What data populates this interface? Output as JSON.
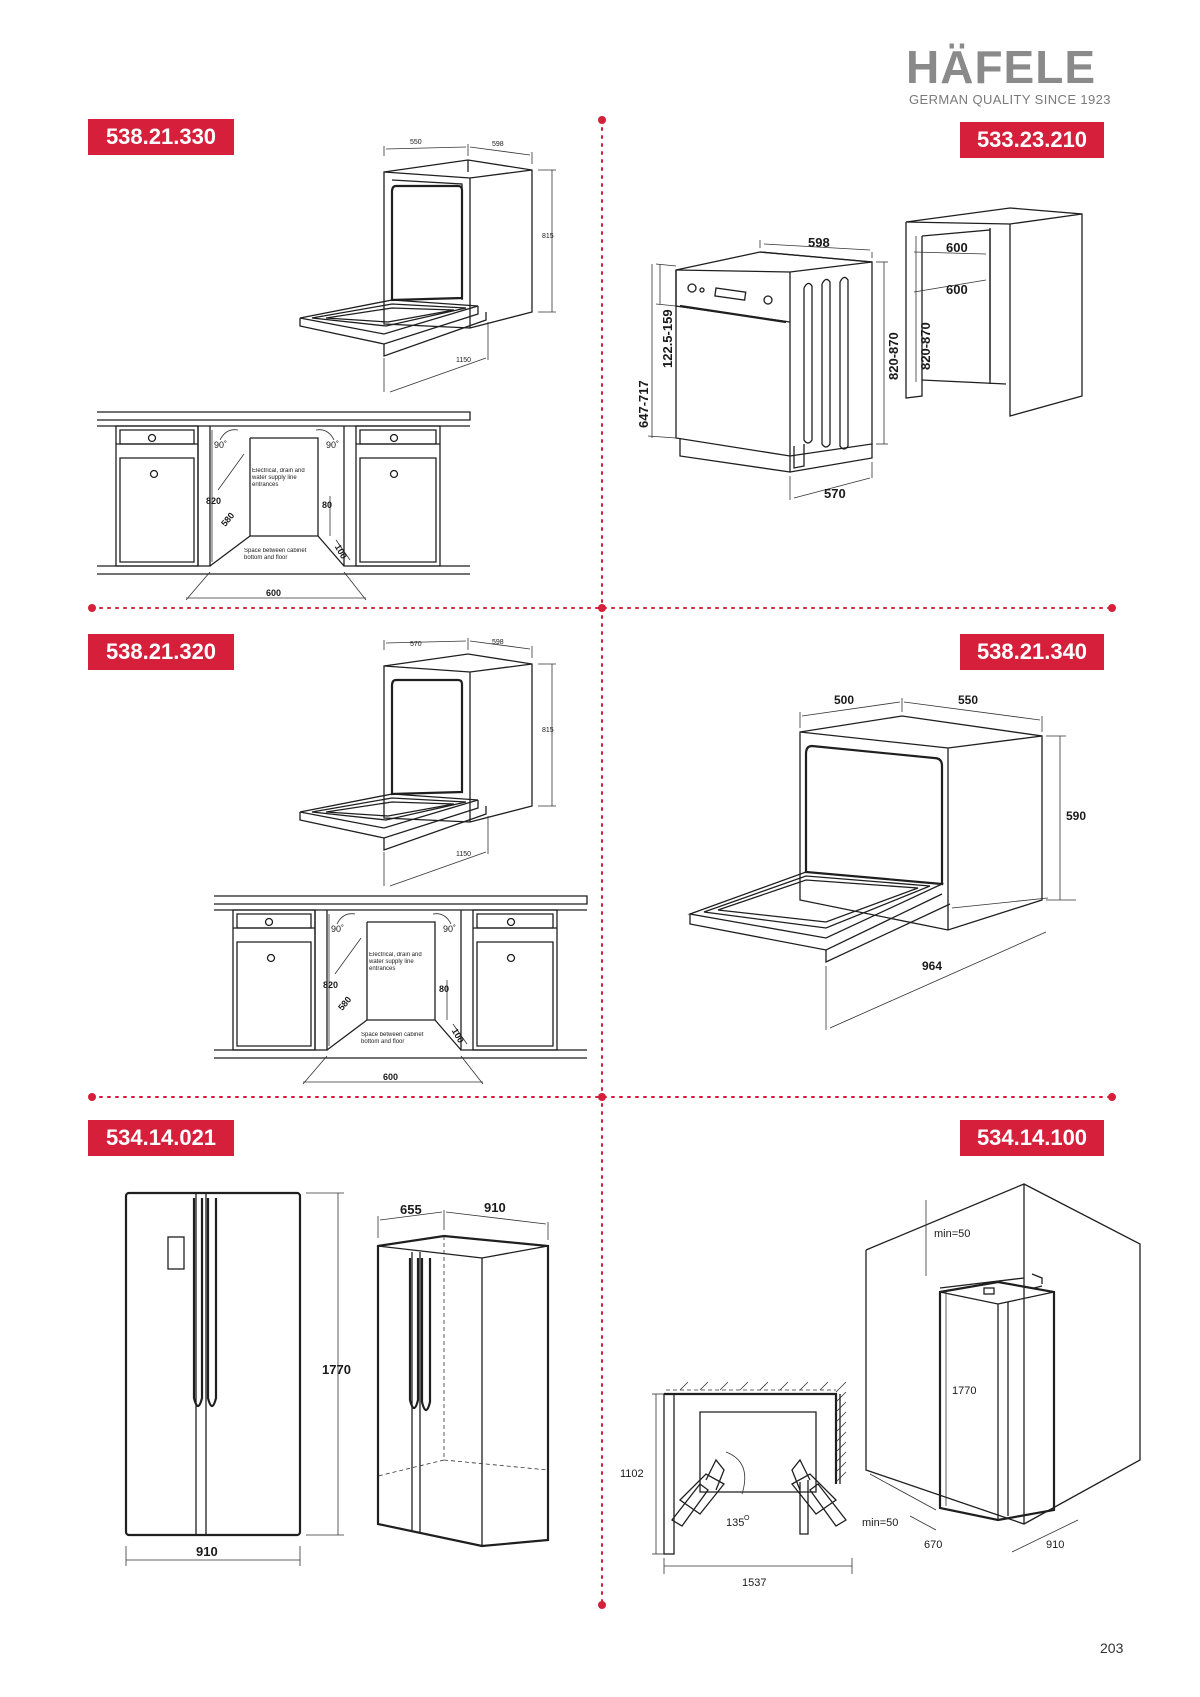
{
  "brand": {
    "name": "HÄFELE",
    "tagline": "GERMAN QUALITY SINCE 1923"
  },
  "product_codes": {
    "top_left": "538.21.330",
    "top_right": "533.23.210",
    "middle_left": "538.21.320",
    "middle_right": "538.21.340",
    "bottom_left": "534.14.021",
    "bottom_right": "534.14.100"
  },
  "dim_538_21_330": {
    "depth": "550",
    "width": "598",
    "height": "815",
    "open_depth": "1150"
  },
  "install_530": {
    "angle_left": "90˚",
    "angle_right": "90˚",
    "height": "820",
    "depth": "580",
    "plinth": "80",
    "gap": "100",
    "width": "600",
    "note_services": "Electrical, drain and water supply line entrances",
    "note_space": "Space between cabinet bottom and floor"
  },
  "dim_533_23_210": {
    "width": "598",
    "panel_height": "122.5-159",
    "door_height": "647-717",
    "height": "820-870",
    "depth": "570",
    "niche_width": "600",
    "niche_depth": "600",
    "niche_height": "820-870"
  },
  "dim_538_21_320": {
    "depth": "570",
    "width": "598",
    "height": "815",
    "open_depth": "1150"
  },
  "install_320": {
    "angle_left": "90˚",
    "angle_right": "90˚",
    "height": "820",
    "depth": "580",
    "plinth": "80",
    "gap": "100",
    "width": "600",
    "note_services": "Electrical, drain and water supply line entrances",
    "note_space": "Space between cabinet bottom and floor"
  },
  "dim_538_21_340": {
    "depth": "500",
    "width": "550",
    "height": "590",
    "open_depth": "964"
  },
  "dim_534_14_021": {
    "width_front": "910",
    "height": "1770",
    "depth": "655",
    "width_top": "910"
  },
  "dim_534_14_100": {
    "top_clearance": "min=50",
    "height": "1770",
    "side_clearance": "min=50",
    "depth": "670",
    "width": "910",
    "open_depth": "1102",
    "door_angle": "135",
    "door_angle_unit": "O",
    "open_width": "1537"
  },
  "page_number": "203",
  "colors": {
    "brand_red": "#d61f3a",
    "logo_grey": "#8a8a8a"
  }
}
